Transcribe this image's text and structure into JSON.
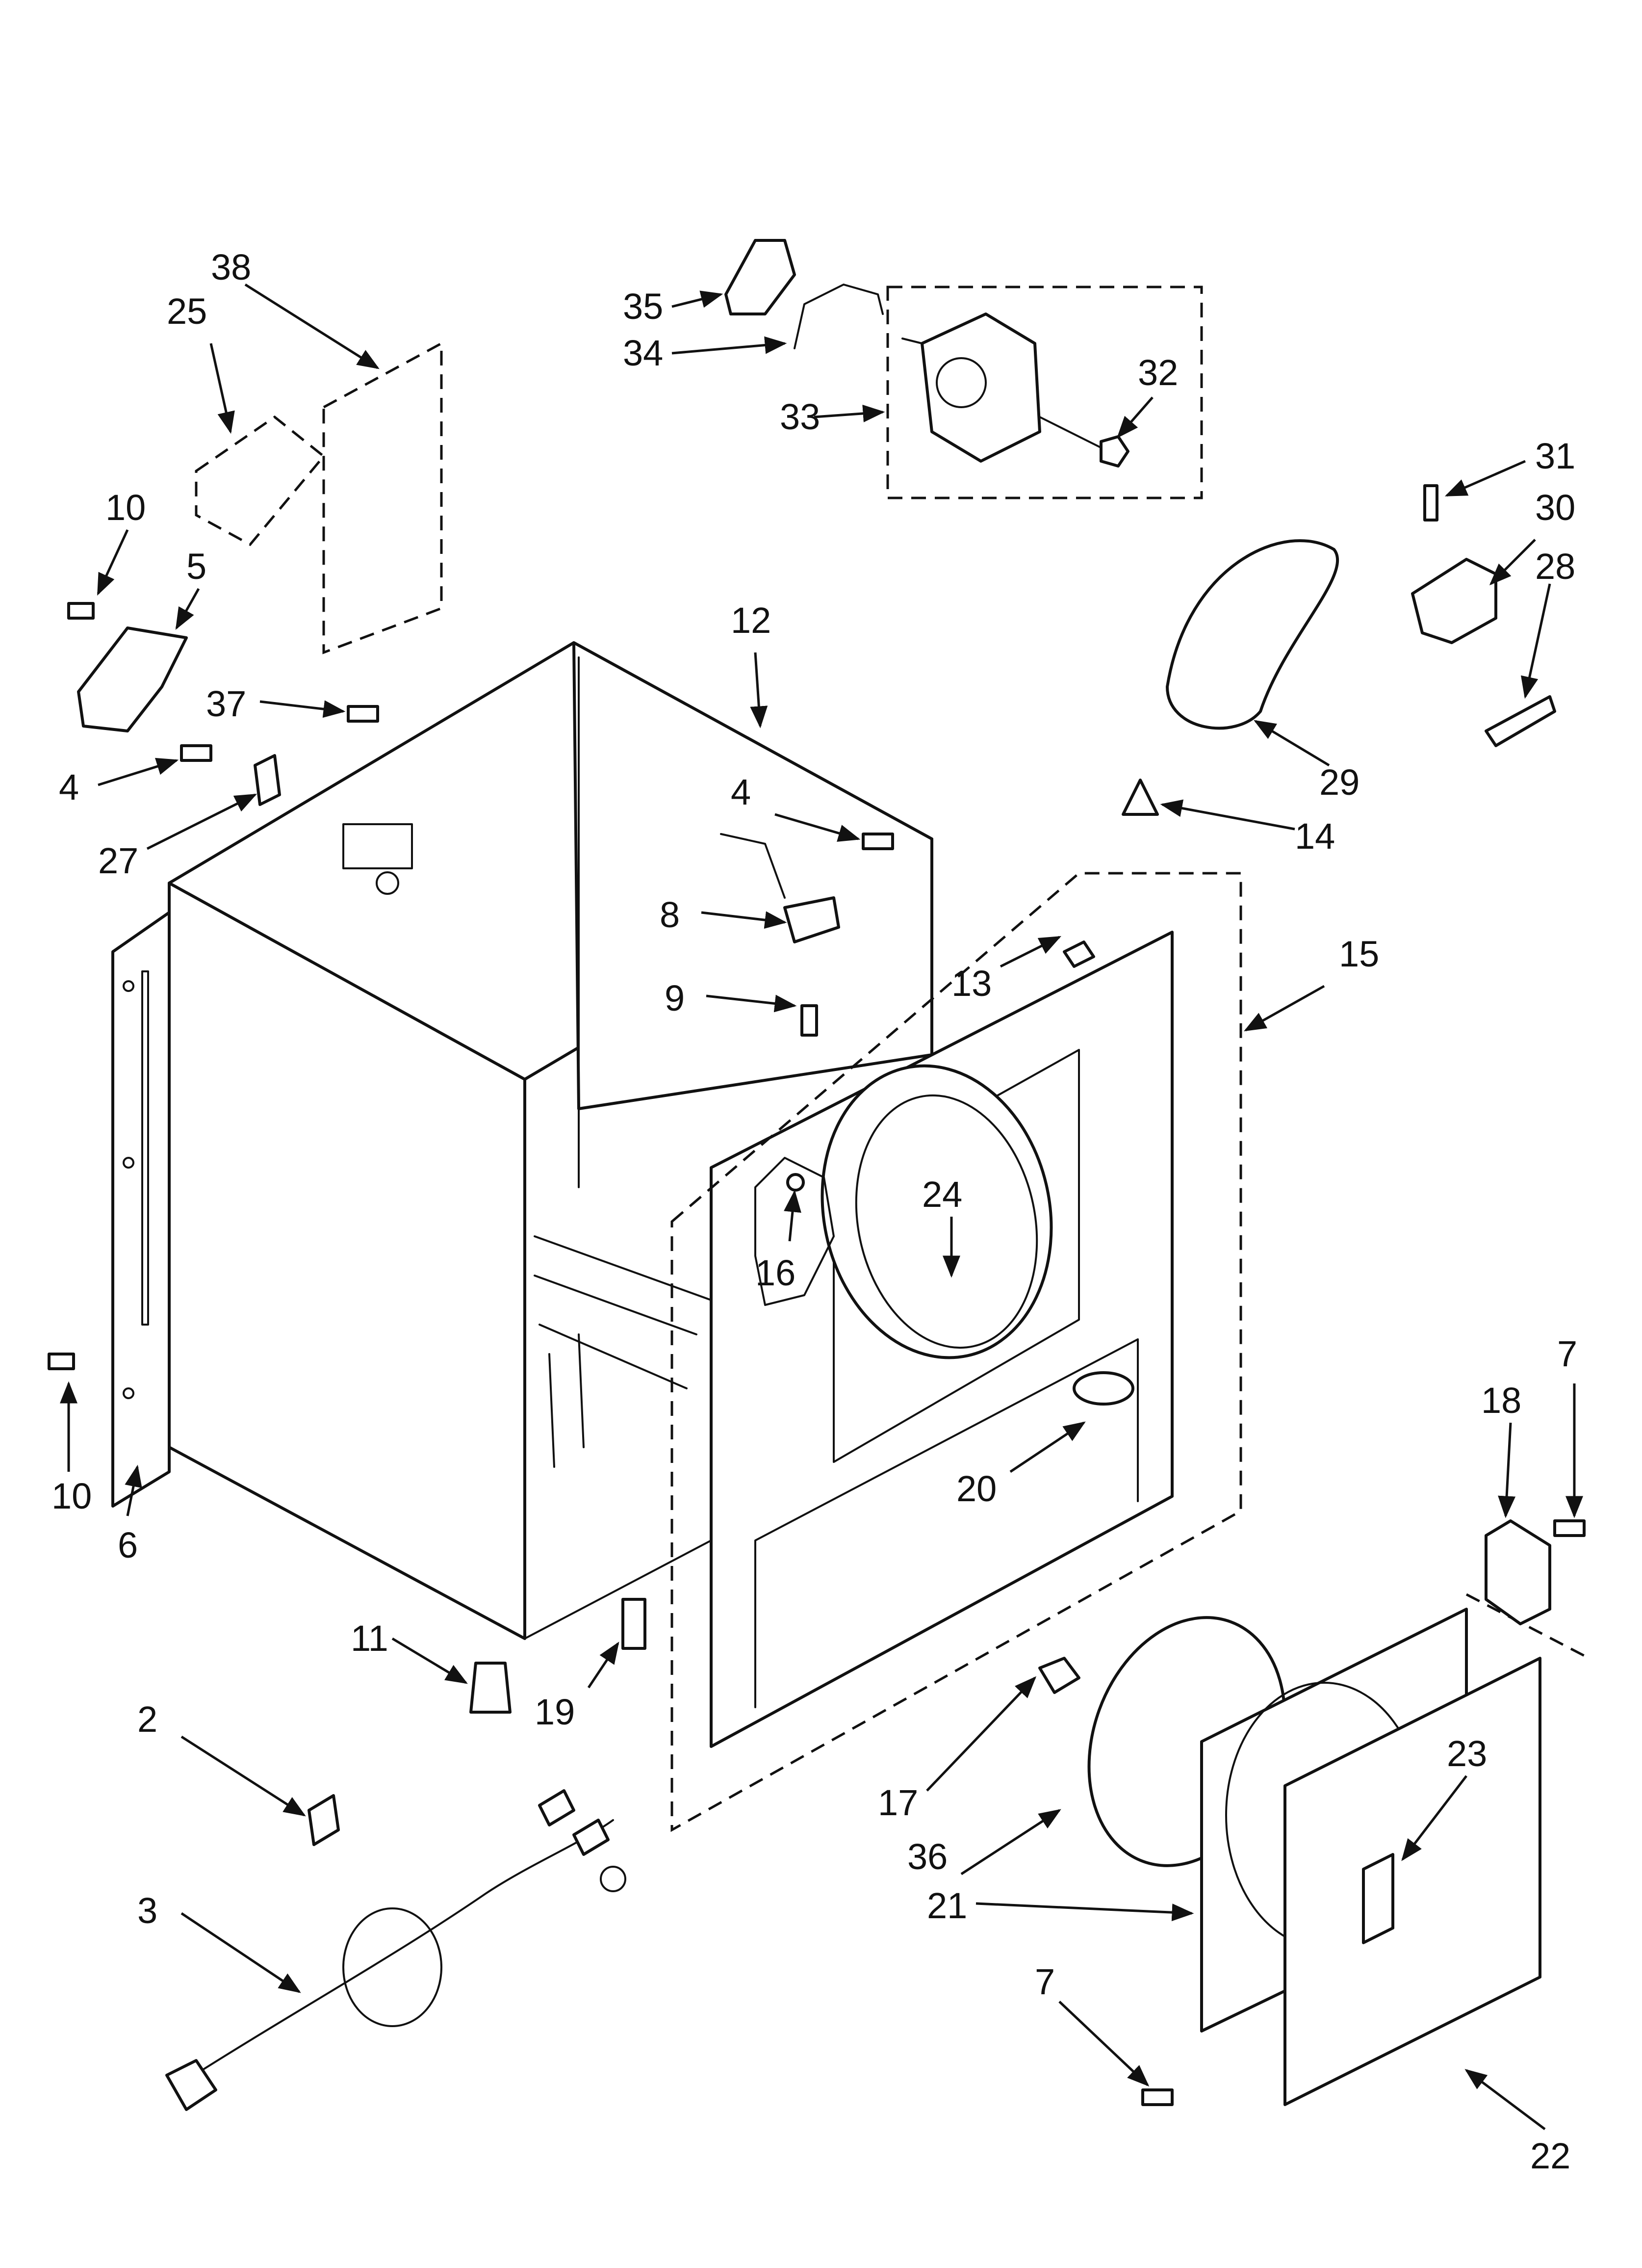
{
  "diagram": {
    "callouts": [
      {
        "id": "c2",
        "label": "2"
      },
      {
        "id": "c3",
        "label": "3"
      },
      {
        "id": "c4a",
        "label": "4"
      },
      {
        "id": "c4b",
        "label": "4"
      },
      {
        "id": "c5",
        "label": "5"
      },
      {
        "id": "c6",
        "label": "6"
      },
      {
        "id": "c7a",
        "label": "7"
      },
      {
        "id": "c7b",
        "label": "7"
      },
      {
        "id": "c8",
        "label": "8"
      },
      {
        "id": "c9",
        "label": "9"
      },
      {
        "id": "c10a",
        "label": "10"
      },
      {
        "id": "c10b",
        "label": "10"
      },
      {
        "id": "c11",
        "label": "11"
      },
      {
        "id": "c12",
        "label": "12"
      },
      {
        "id": "c13",
        "label": "13"
      },
      {
        "id": "c14",
        "label": "14"
      },
      {
        "id": "c15",
        "label": "15"
      },
      {
        "id": "c16",
        "label": "16"
      },
      {
        "id": "c17",
        "label": "17"
      },
      {
        "id": "c18",
        "label": "18"
      },
      {
        "id": "c19",
        "label": "19"
      },
      {
        "id": "c20",
        "label": "20"
      },
      {
        "id": "c21",
        "label": "21"
      },
      {
        "id": "c22",
        "label": "22"
      },
      {
        "id": "c23",
        "label": "23"
      },
      {
        "id": "c24",
        "label": "24"
      },
      {
        "id": "c25",
        "label": "25"
      },
      {
        "id": "c27",
        "label": "27"
      },
      {
        "id": "c28",
        "label": "28"
      },
      {
        "id": "c29",
        "label": "29"
      },
      {
        "id": "c30",
        "label": "30"
      },
      {
        "id": "c31",
        "label": "31"
      },
      {
        "id": "c32",
        "label": "32"
      },
      {
        "id": "c33",
        "label": "33"
      },
      {
        "id": "c34",
        "label": "34"
      },
      {
        "id": "c35",
        "label": "35"
      },
      {
        "id": "c36",
        "label": "36"
      },
      {
        "id": "c37",
        "label": "37"
      },
      {
        "id": "c38",
        "label": "38"
      }
    ]
  }
}
